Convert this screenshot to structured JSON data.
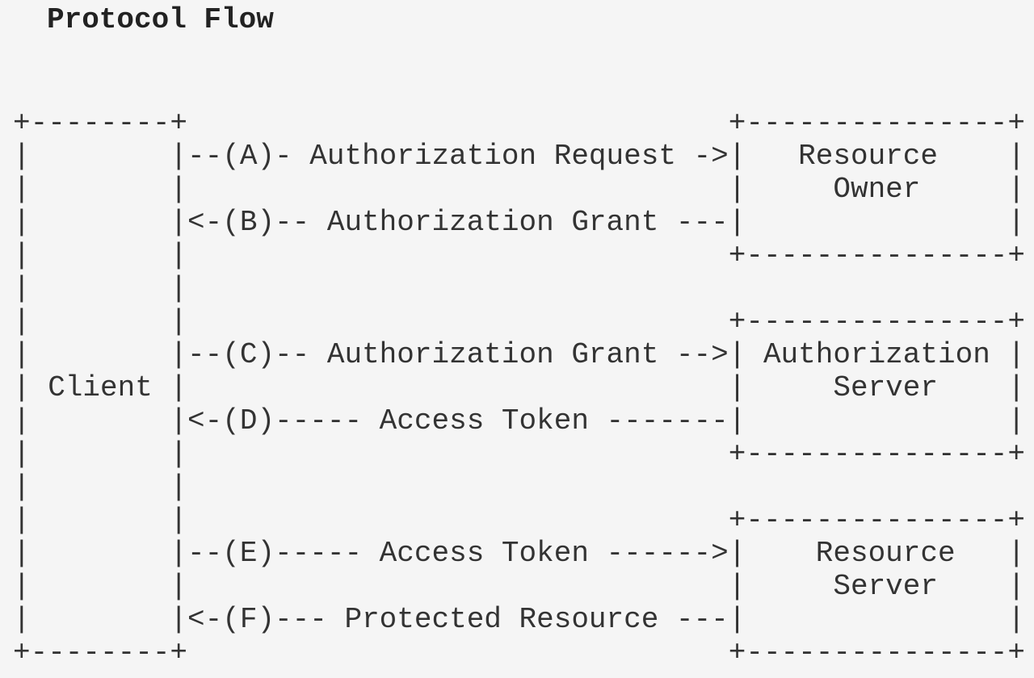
{
  "title": "Protocol Flow",
  "diagram": {
    "nodes": {
      "client": "Client",
      "resource_owner": [
        "Resource",
        "Owner"
      ],
      "authorization_server": [
        "Authorization",
        "Server"
      ],
      "resource_server": [
        "Resource",
        "Server"
      ]
    },
    "steps": {
      "A": "(A)- Authorization Request ->",
      "B": "<-(B)-- Authorization Grant ---",
      "C": "(C)-- Authorization Grant -->",
      "D": "<-(D)----- Access Token -------",
      "E": "(E)----- Access Token ------>",
      "F": "<-(F)--- Protected Resource ---"
    },
    "lines": [
      "+--------+                               +---------------+",
      "|        |--(A)- Authorization Request ->|   Resource    |",
      "|        |                               |     Owner     |",
      "|        |<-(B)-- Authorization Grant ---|               |",
      "|        |                               +---------------+",
      "|        |",
      "|        |                               +---------------+",
      "|        |--(C)-- Authorization Grant -->| Authorization |",
      "| Client |                               |     Server    |",
      "|        |<-(D)----- Access Token -------|               |",
      "|        |                               +---------------+",
      "|        |",
      "|        |                               +---------------+",
      "|        |--(E)----- Access Token ------>|    Resource   |",
      "|        |                               |     Server    |",
      "|        |<-(F)--- Protected Resource ---|               |",
      "+--------+                               +---------------+"
    ]
  }
}
